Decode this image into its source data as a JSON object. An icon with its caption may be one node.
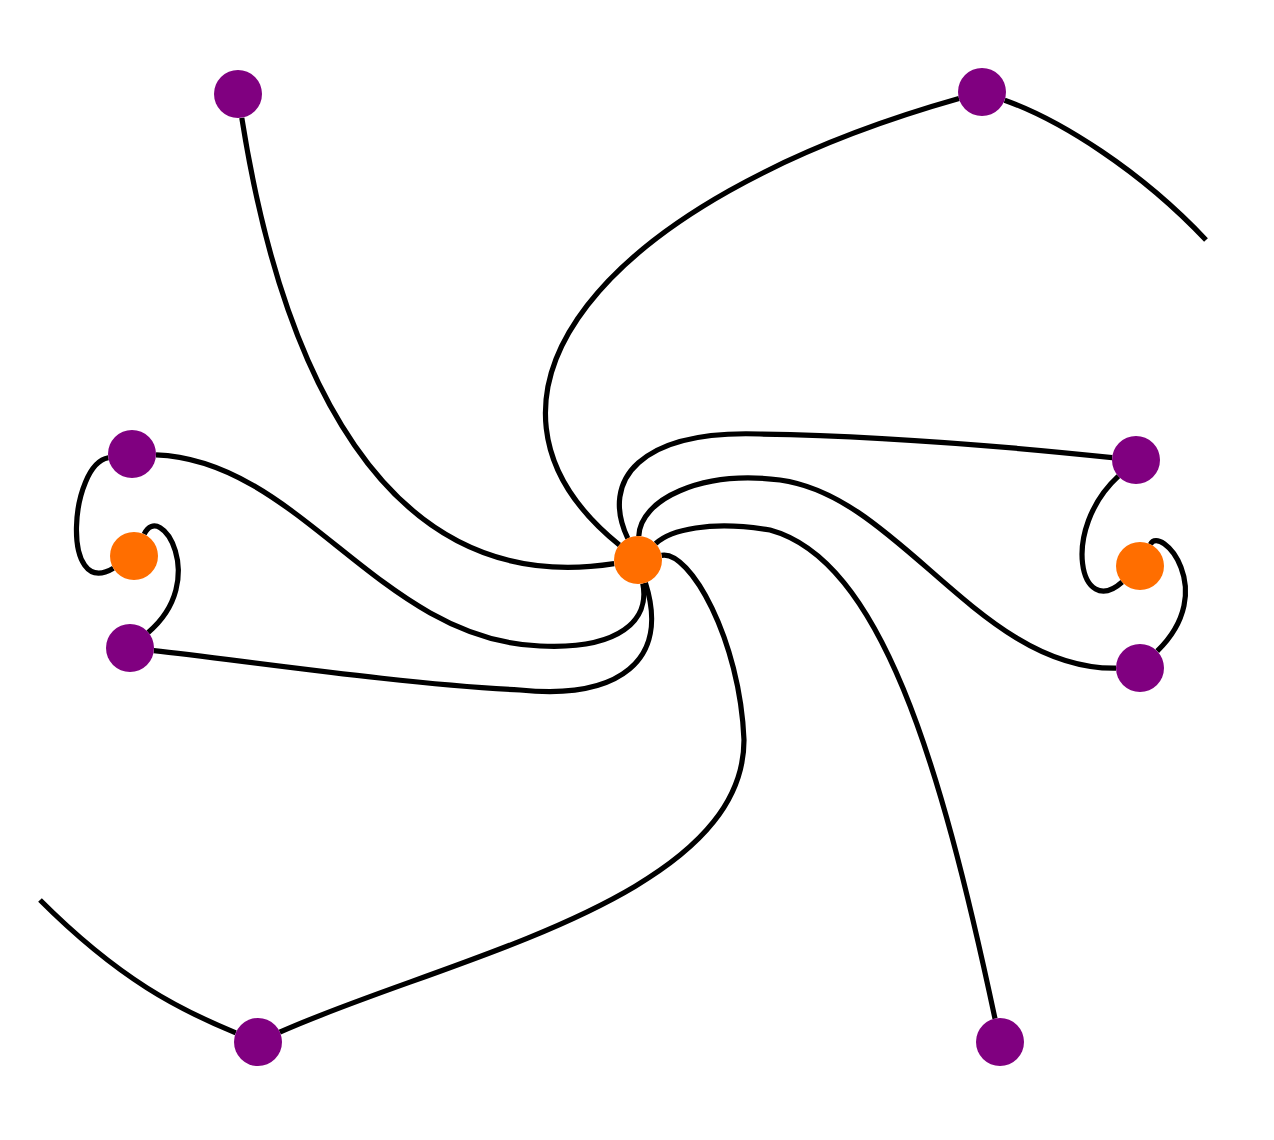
{
  "diagram": {
    "nodes": [
      {
        "text": [],
        "shape": "circle"
      },
      {
        "text": [],
        "shape": "circle"
      },
      {
        "text": [],
        "shape": "circle"
      },
      {
        "text": [],
        "shape": "circle"
      },
      {
        "text": [],
        "shape": "circle"
      },
      {
        "text": [],
        "shape": "circle"
      },
      {
        "text": [],
        "shape": "circle"
      },
      {
        "text": [],
        "shape": "circle"
      },
      {
        "text": [],
        "shape": "circle"
      },
      {
        "text": [],
        "shape": "circle"
      },
      {
        "text": [],
        "shape": "circle"
      }
    ],
    "edges": [
      {
        "from": 5,
        "to": 0,
        "arrow": "none"
      },
      {
        "from": 5,
        "to": 1,
        "arrow": "none"
      },
      {
        "from": 1,
        "to": null,
        "arrow": "none"
      },
      {
        "from": 5,
        "to": 2,
        "arrow": "none"
      },
      {
        "from": 2,
        "to": 4,
        "arrow": "none"
      },
      {
        "from": 4,
        "to": 7,
        "arrow": "none"
      },
      {
        "from": 5,
        "to": 7,
        "arrow": "none"
      },
      {
        "from": 5,
        "to": 3,
        "arrow": "none"
      },
      {
        "from": 3,
        "to": 6,
        "arrow": "none"
      },
      {
        "from": 6,
        "to": 8,
        "arrow": "none"
      },
      {
        "from": 5,
        "to": 8,
        "arrow": "none"
      },
      {
        "from": 5,
        "to": 10,
        "arrow": "none"
      },
      {
        "from": 5,
        "to": 9,
        "arrow": "none"
      },
      {
        "from": 9,
        "to": null,
        "arrow": "none"
      }
    ]
  }
}
